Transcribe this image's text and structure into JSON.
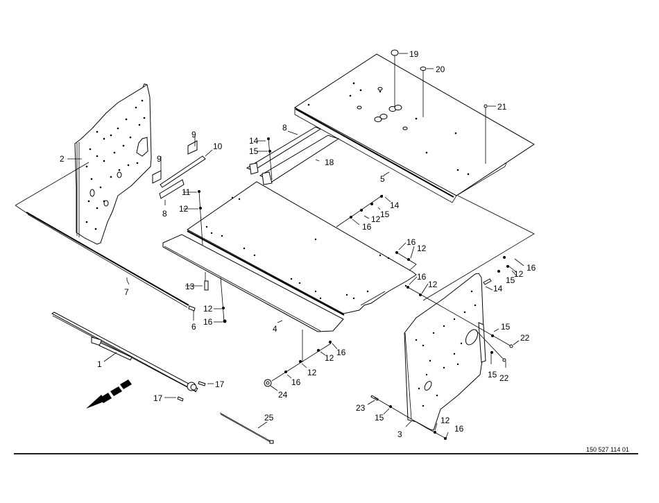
{
  "diagram": {
    "type": "exploded-parts-view",
    "reference_number": "150 527 114 01",
    "direction_arrow": "arrow-travel-direction-icon",
    "parts": [
      {
        "id": "p1",
        "label": "1"
      },
      {
        "id": "p2",
        "label": "2"
      },
      {
        "id": "p3",
        "label": "3"
      },
      {
        "id": "p4",
        "label": "4"
      },
      {
        "id": "p5",
        "label": "5"
      },
      {
        "id": "p6",
        "label": "6"
      },
      {
        "id": "p7",
        "label": "7"
      },
      {
        "id": "p8a",
        "label": "8"
      },
      {
        "id": "p8b",
        "label": "8"
      },
      {
        "id": "p9a",
        "label": "9"
      },
      {
        "id": "p9b",
        "label": "9"
      },
      {
        "id": "p10",
        "label": "10"
      },
      {
        "id": "p11",
        "label": "11"
      },
      {
        "id": "p12a",
        "label": "12"
      },
      {
        "id": "p12b",
        "label": "12"
      },
      {
        "id": "p12c",
        "label": "12"
      },
      {
        "id": "p12d",
        "label": "12"
      },
      {
        "id": "p12e",
        "label": "12"
      },
      {
        "id": "p12f",
        "label": "12"
      },
      {
        "id": "p12g",
        "label": "12"
      },
      {
        "id": "p12h",
        "label": "12"
      },
      {
        "id": "p12i",
        "label": "12"
      },
      {
        "id": "p12j",
        "label": "12"
      },
      {
        "id": "p13",
        "label": "13"
      },
      {
        "id": "p14a",
        "label": "14"
      },
      {
        "id": "p14b",
        "label": "14"
      },
      {
        "id": "p14c",
        "label": "14"
      },
      {
        "id": "p15a",
        "label": "15"
      },
      {
        "id": "p15b",
        "label": "15"
      },
      {
        "id": "p15c",
        "label": "15"
      },
      {
        "id": "p15d",
        "label": "15"
      },
      {
        "id": "p15e",
        "label": "15"
      },
      {
        "id": "p15f",
        "label": "15"
      },
      {
        "id": "p16a",
        "label": "16"
      },
      {
        "id": "p16b",
        "label": "16"
      },
      {
        "id": "p16c",
        "label": "16"
      },
      {
        "id": "p16d",
        "label": "16"
      },
      {
        "id": "p16e",
        "label": "16"
      },
      {
        "id": "p16f",
        "label": "16"
      },
      {
        "id": "p16g",
        "label": "16"
      },
      {
        "id": "p16h",
        "label": "16"
      },
      {
        "id": "p17a",
        "label": "17"
      },
      {
        "id": "p17b",
        "label": "17"
      },
      {
        "id": "p18",
        "label": "18"
      },
      {
        "id": "p19",
        "label": "19"
      },
      {
        "id": "p20",
        "label": "20"
      },
      {
        "id": "p21",
        "label": "21"
      },
      {
        "id": "p22a",
        "label": "22"
      },
      {
        "id": "p22b",
        "label": "22"
      },
      {
        "id": "p23",
        "label": "23"
      },
      {
        "id": "p24",
        "label": "24"
      },
      {
        "id": "p25",
        "label": "25"
      }
    ]
  }
}
